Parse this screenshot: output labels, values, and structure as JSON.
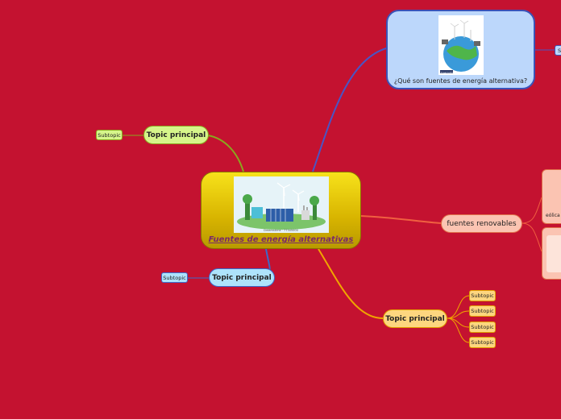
{
  "central": {
    "title": "Fuentes de energía alternativas",
    "image_icon": "renewable-energy-landscape-image",
    "image_caption": "Dreamstime · 77345000"
  },
  "question_node": {
    "title": "¿Qué son fuentes de energía alternativa?",
    "image_icon": "globe-wind-turbines-image",
    "image_caption": "dreamstime"
  },
  "topics": {
    "top_left": {
      "label": "Topic principal",
      "subtopics": [
        "Subtopic"
      ]
    },
    "bottom_left": {
      "label": "Topic principal",
      "subtopics": [
        "Subtopic"
      ]
    },
    "bottom_right": {
      "label": "Topic principal",
      "subtopics": [
        "Subtopic",
        "Subtopic",
        "Subtopic",
        "Subtopic"
      ]
    },
    "renewables": {
      "label": "fuentes renovables",
      "child_partial_text": "eólica"
    }
  },
  "edge_stub_text": "S",
  "colors": {
    "background": "#c41230",
    "central_fill": "#e8cc0c",
    "question_fill": "#bcd7fb",
    "question_border": "#3b53b8",
    "green_topic": "#d6f58a",
    "blue_topic": "#aee3fb",
    "orange_topic": "#fdd67f",
    "salmon_topic": "#fbc4b2"
  }
}
